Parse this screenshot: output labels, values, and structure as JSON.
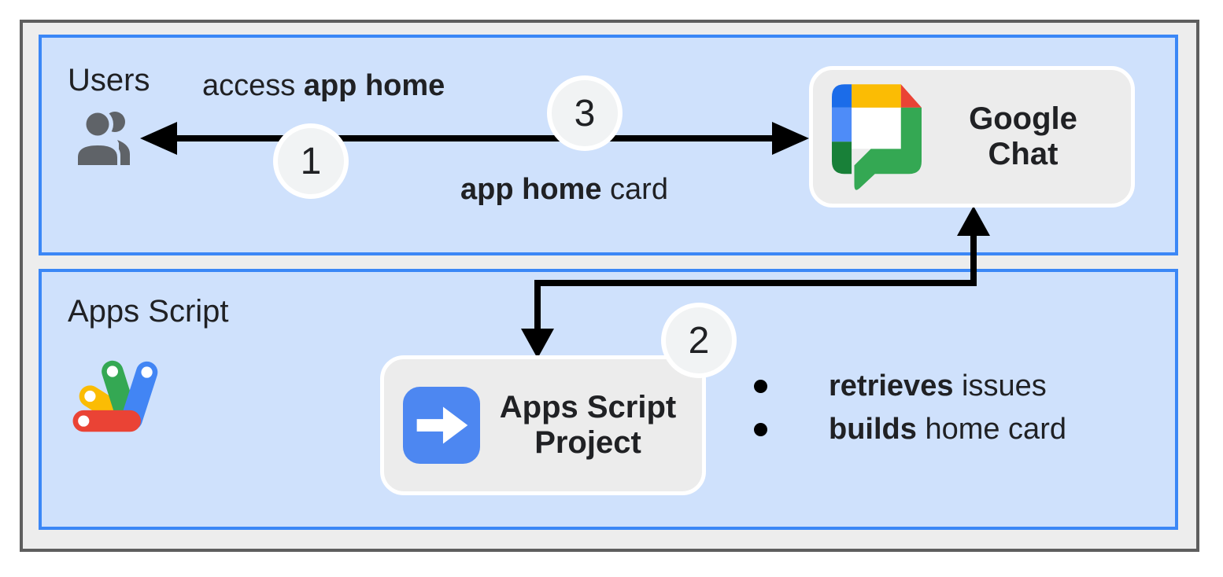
{
  "diagram": {
    "users_band": {
      "label": "Users",
      "top_arrow_label": {
        "normal": "access ",
        "bold": "app home"
      },
      "bottom_arrow_label": {
        "bold": "app home",
        "normal": " card"
      },
      "google_chat": {
        "line1": "Google",
        "line2": "Chat"
      }
    },
    "apps_script_band": {
      "label": "Apps Script",
      "project_box": {
        "line1": "Apps Script",
        "line2": "Project"
      },
      "bullets": [
        {
          "bold": "retrieves",
          "normal": " issues"
        },
        {
          "bold": "builds",
          "normal": " home card"
        }
      ]
    },
    "steps": {
      "one": "1",
      "two": "2",
      "three": "3"
    },
    "colors": {
      "frame_fill": "#ededed",
      "frame_border": "#5e5e5e",
      "band_fill": "#cfe1fc",
      "band_border": "#3b87f6",
      "node_fill": "#ececec",
      "circle_fill": "#f1f3f4",
      "text": "#202124",
      "arrow": "#000000",
      "icon_gray": "#5f6368",
      "google_blue": "#4285f4",
      "google_red": "#ea4335",
      "google_yellow": "#fbbc04",
      "google_green": "#34a853",
      "chat_dark_blue": "#1b6ce9",
      "chat_light_blue": "#4e8cf8",
      "chat_dark_green": "#188038",
      "project_blue": "#4d87f1"
    }
  }
}
